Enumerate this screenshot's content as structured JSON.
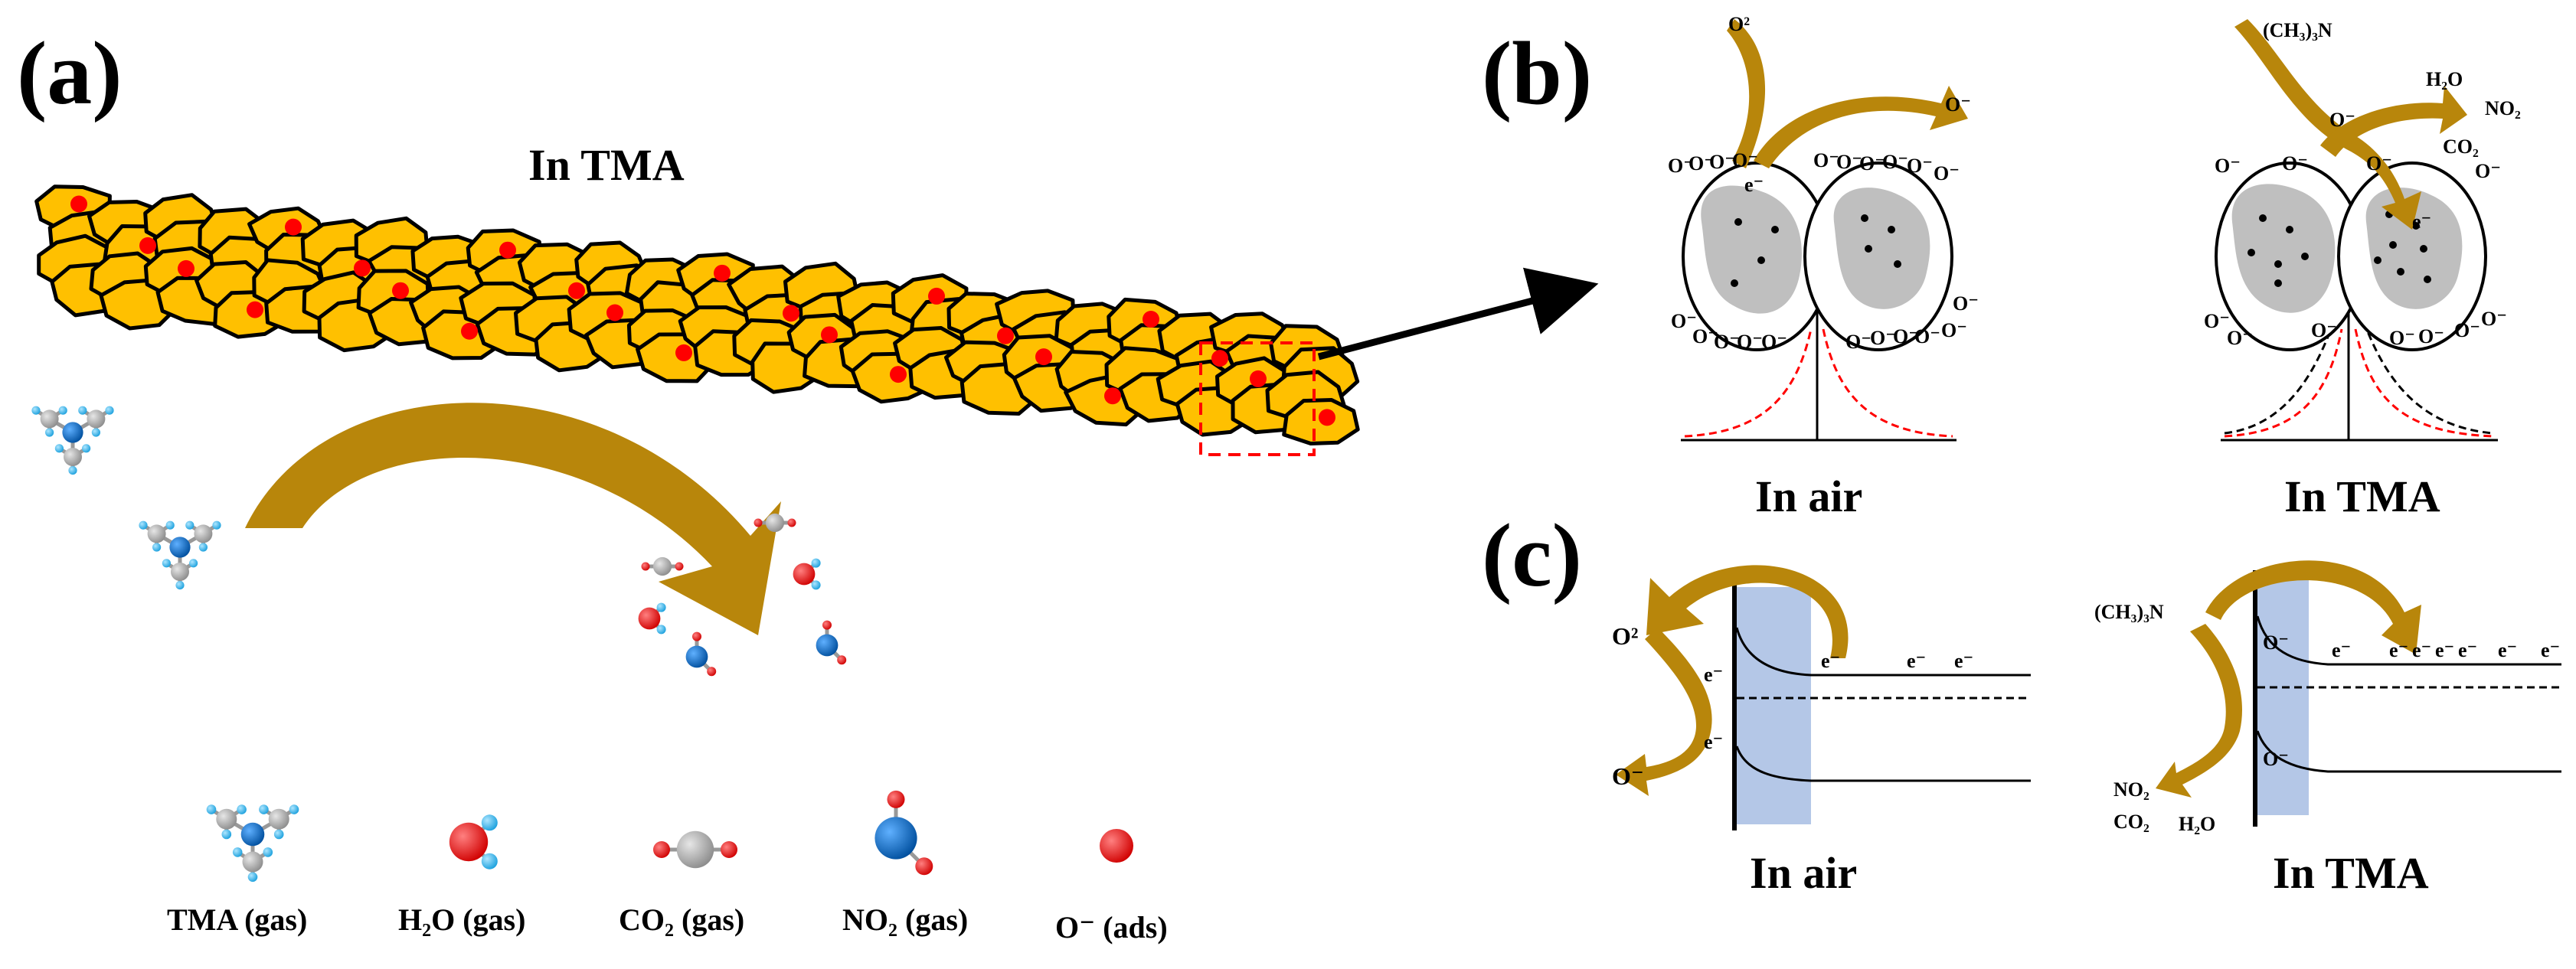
{
  "panel_labels": {
    "a": "(a)",
    "b": "(b)",
    "c": "(c)"
  },
  "panel_a": {
    "title": "In  TMA"
  },
  "legend": [
    {
      "key": "tma",
      "label": "TMA (gas)"
    },
    {
      "key": "h2o",
      "label": "H₂O (gas)"
    },
    {
      "key": "co2",
      "label": "CO₂ (gas)"
    },
    {
      "key": "no2",
      "label": "NO₂ (gas)"
    },
    {
      "key": "oads",
      "label": "O⁻ (ads)"
    }
  ],
  "panel_b": {
    "air_caption": "In air",
    "tma_caption": "In TMA",
    "o2": "O²",
    "o_minus": "O⁻",
    "e_minus": "e⁻",
    "tma_formula": "(CH₃)₃N",
    "h2o": "H₂O",
    "no2": "NO₂",
    "co2": "CO₂"
  },
  "panel_c": {
    "air_caption": "In air",
    "tma_caption": "In TMA",
    "o2": "O²",
    "o_minus": "O⁻",
    "e_minus": "e⁻",
    "tma_formula": "(CH₃)₃N",
    "no2": "NO₂",
    "co2": "CO₂",
    "h2o": "H₂O"
  },
  "colors": {
    "grain": "#FFC000",
    "dot": "#FF0000",
    "arrow": "#B8860B",
    "band": "#B4C7E7",
    "core": "#BFBFBF",
    "carbon": "#A6A6A6",
    "nitrogen": "#0070C0",
    "hydrogen": "#3FB4E8",
    "oxygen": "#E8000B"
  }
}
